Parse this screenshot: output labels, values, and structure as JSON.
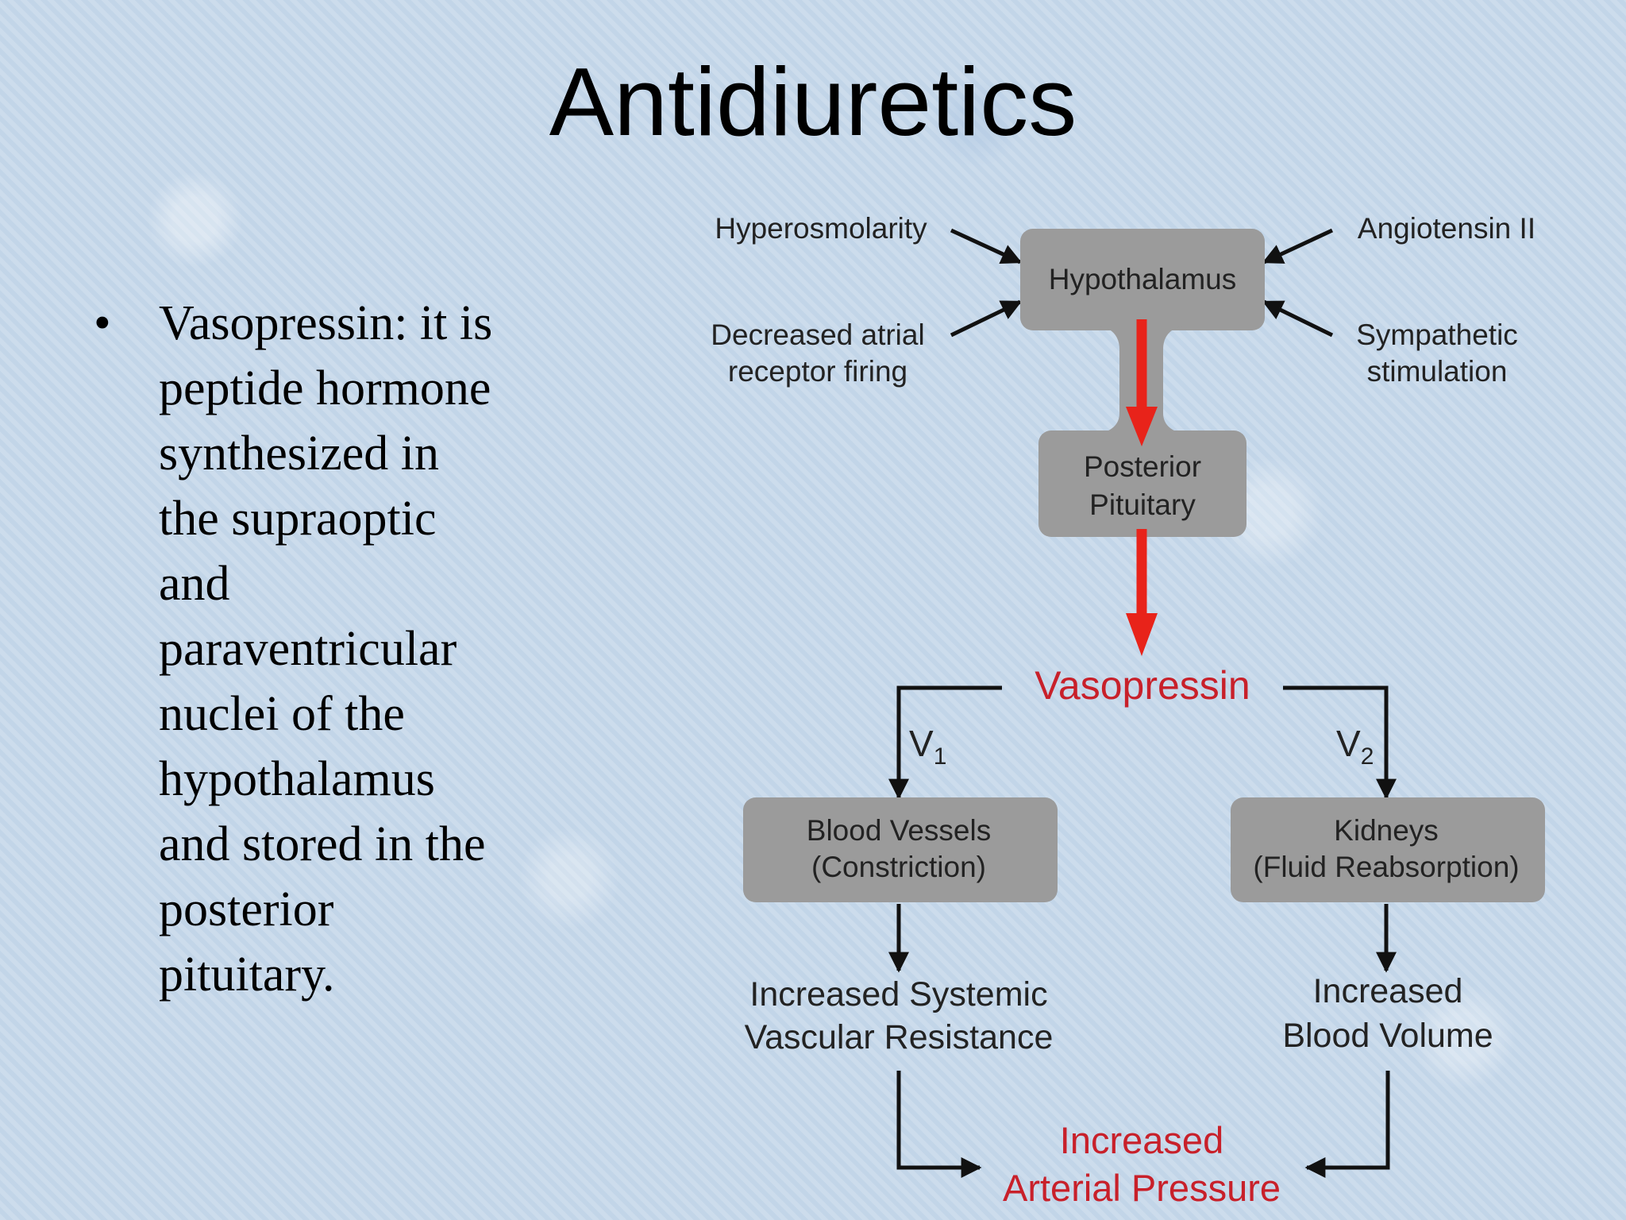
{
  "slide": {
    "title": "Antidiuretics",
    "bullet_marker": "•",
    "bullet_lines": [
      "Vasopressin: it is",
      "peptide hormone",
      "synthesized in",
      "the supraoptic",
      "and",
      "paraventricular",
      "nuclei of the",
      "hypothalamus",
      "and stored in the",
      "posterior",
      "pituitary."
    ]
  },
  "diagram": {
    "inputs": {
      "hyperosmolarity": "Hyperosmolarity",
      "decreased_atrial": [
        "Decreased atrial",
        "receptor firing"
      ],
      "angiotensin": "Angiotensin II",
      "sympathetic": [
        "Sympathetic",
        "stimulation"
      ]
    },
    "hypothalamus": "Hypothalamus",
    "posterior_pituitary": [
      "Posterior",
      "Pituitary"
    ],
    "vasopressin": "Vasopressin",
    "receptors": {
      "v1": {
        "letter": "V",
        "sub": "1"
      },
      "v2": {
        "letter": "V",
        "sub": "2"
      }
    },
    "blood_vessels": [
      "Blood Vessels",
      "(Constriction)"
    ],
    "kidneys": [
      "Kidneys",
      "(Fluid Reabsorption)"
    ],
    "svr": [
      "Increased Systemic",
      "Vascular Resistance"
    ],
    "blood_volume": [
      "Increased",
      "Blood Volume"
    ],
    "arterial_pressure": [
      "Increased",
      "Arterial Pressure"
    ],
    "colors": {
      "box": "#9b9b9b",
      "red_arrow": "#e8231a",
      "red_text": "#c8202a",
      "line": "#111111"
    }
  }
}
